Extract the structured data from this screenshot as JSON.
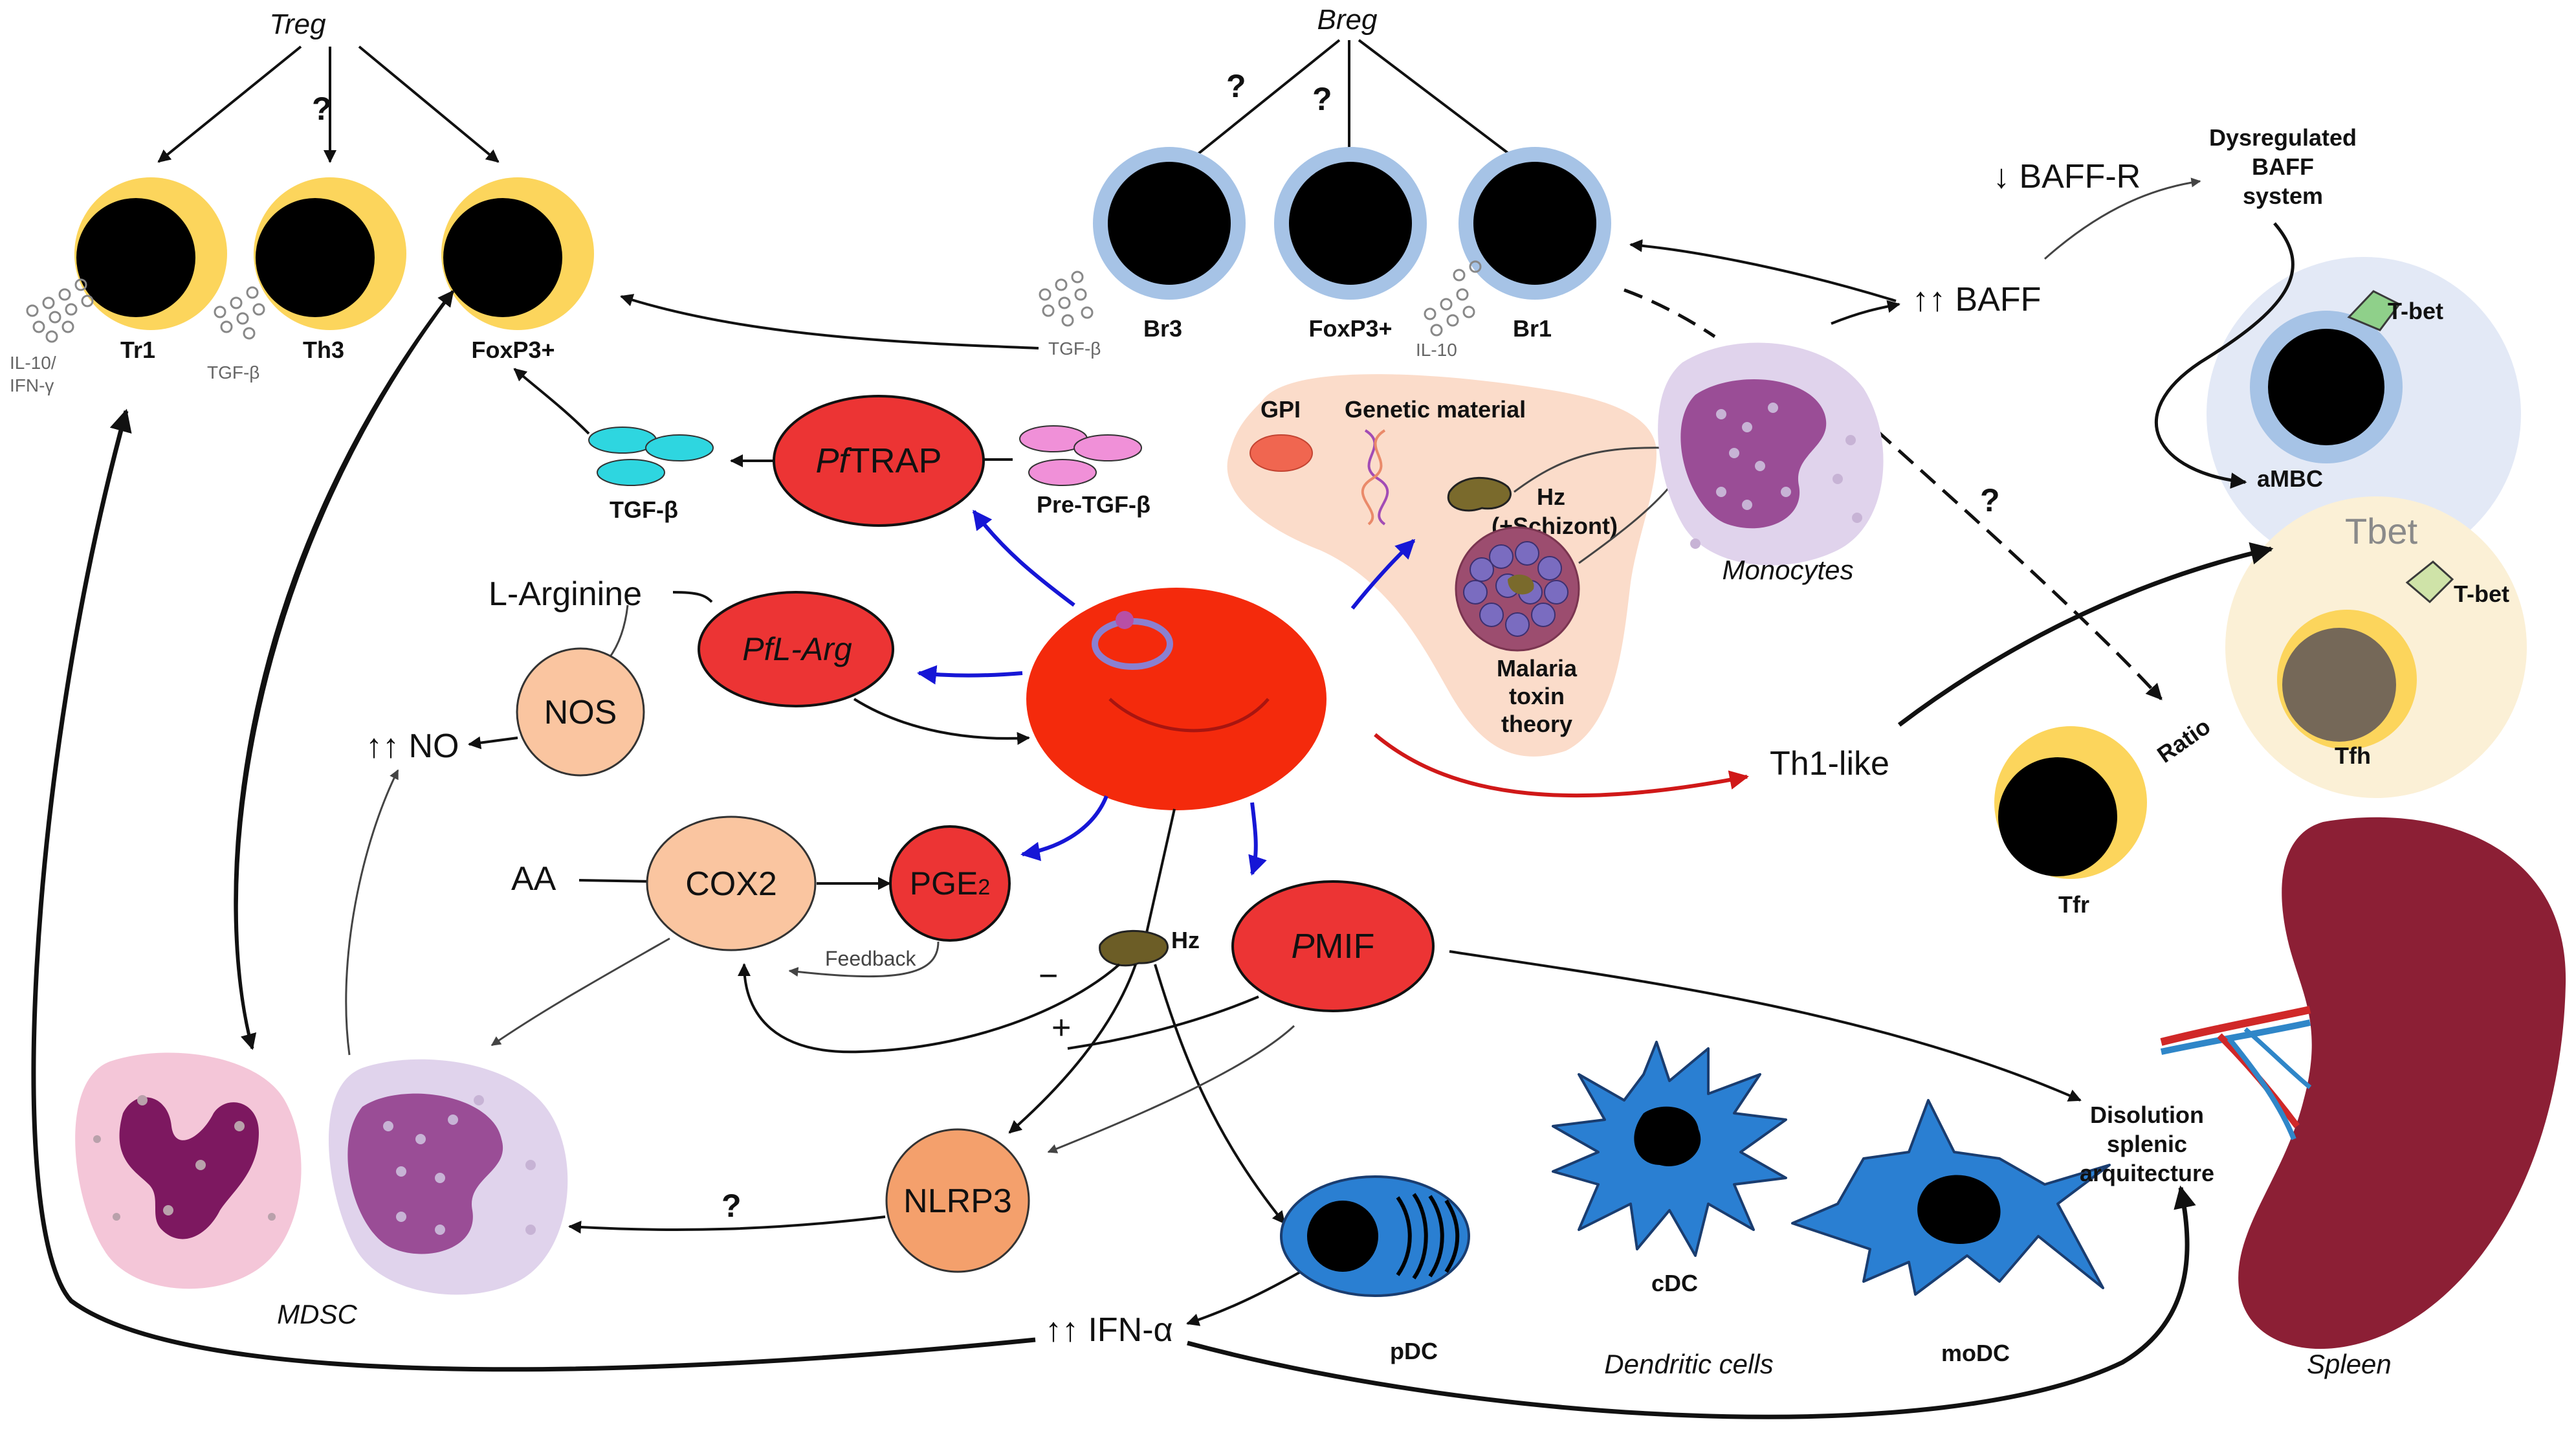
{
  "treg": {
    "title": "Treg",
    "question": "?",
    "cells": {
      "tr1": "Tr1",
      "th3": "Th3",
      "foxp3": "FoxP3+"
    },
    "tr1_cytokines": [
      "IL-10/",
      "IFN-γ"
    ],
    "th3_cytokine": "TGF-β"
  },
  "breg": {
    "title": "Breg",
    "question_left": "?",
    "question_mid": "?",
    "cells": {
      "br3": "Br3",
      "foxp3": "FoxP3+",
      "br1": "Br1"
    },
    "br3_cytokine": "TGF-β",
    "br1_cytokine": "IL-10"
  },
  "baff": {
    "baff_r": "↓ BAFF-R",
    "dysregulated": [
      "Dysregulated",
      "BAFF",
      "system"
    ],
    "baff": "↑↑ BAFF",
    "question": "?"
  },
  "ambc": {
    "tbet_marker": "T-bet",
    "label": "aMBC"
  },
  "tfh": {
    "tbet_title": "Tbet",
    "tbet_marker": "T-bet",
    "label": "Tfh"
  },
  "tfr": {
    "label": "Tfr",
    "ratio": "Ratio"
  },
  "pftrap": {
    "pf": "Pf",
    "name": "TRAP",
    "tgf_beta": "TGF-β",
    "pre_tgf_beta": "Pre-TGF-β"
  },
  "toxin": {
    "gpi": "GPI",
    "genetic": "Genetic material",
    "hz_lines": [
      "Hz",
      "(+Schizont)"
    ],
    "theory_lines": [
      "Malaria",
      "toxin",
      "theory"
    ]
  },
  "monocytes": "Monocytes",
  "arginine": {
    "l_arginine": "L-Arginine",
    "pflarg": "PfL-Arg",
    "nos": "NOS",
    "no": "↑↑ NO"
  },
  "prostaglandin": {
    "aa": "AA",
    "cox2": "COX2",
    "pge": "PGE",
    "pge_sub": "2",
    "feedback": "Feedback",
    "minus": "−",
    "plus": "+"
  },
  "hz": "Hz",
  "pmif": {
    "p": "P",
    "name": "MIF"
  },
  "th1": "Th1-like",
  "nlrp3": {
    "name": "NLRP3",
    "question": "?"
  },
  "mdsc": "MDSC",
  "ifn": "↑↑ IFN-α",
  "dendritic": {
    "pdc": "pDC",
    "cdc": "cDC",
    "modc": "moDC",
    "title": "Dendritic cells"
  },
  "splenic": [
    "Disolution",
    "splenic",
    "arquitecture"
  ],
  "spleen": "Spleen"
}
